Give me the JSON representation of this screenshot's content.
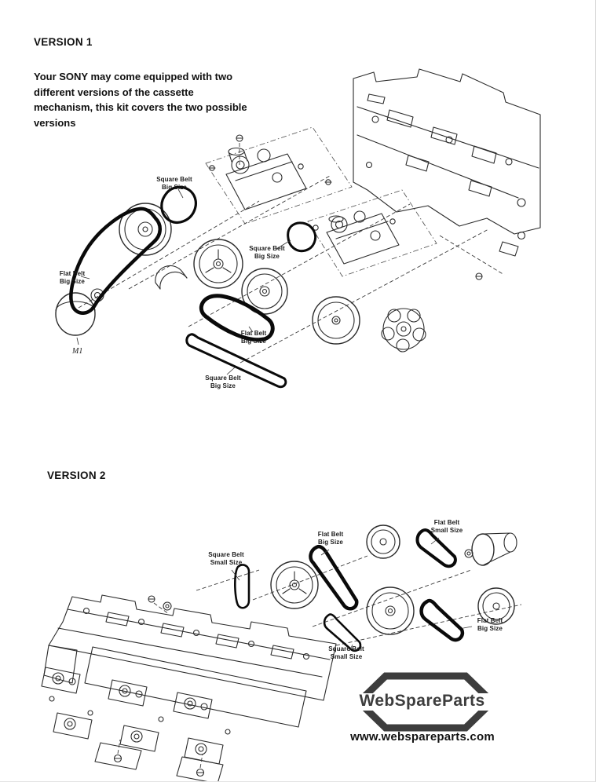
{
  "version1": {
    "title": "VERSION 1",
    "description": "Your SONY may come equipped with two different versions of the cassette mechanism, this kit covers the two possible versions",
    "labels": [
      {
        "text": "Square Belt\nBig Size"
      },
      {
        "text": "Square Belt\nBig Size"
      },
      {
        "text": "Flat Belt\nBig Size"
      },
      {
        "text": "Flat Belt\nBig Size"
      },
      {
        "text": "Square Belt\nBig Size"
      }
    ],
    "motor_label": "M1"
  },
  "version2": {
    "title": "VERSION 2",
    "labels": [
      {
        "text": "Square Belt\nSmall Size"
      },
      {
        "text": "Flat Belt\nBig Size"
      },
      {
        "text": "Flat Belt\nSmall Size"
      },
      {
        "text": "Flat Belt\nBig Size"
      },
      {
        "text": "Square Belt\nSmall Size"
      }
    ]
  },
  "footer": {
    "logo_text": "WebSpareParts",
    "website": "www.webspareparts.com"
  }
}
